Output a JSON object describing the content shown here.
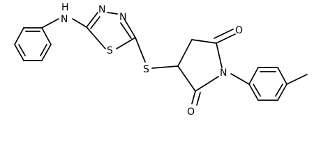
{
  "molecule": {
    "atom_labels": {
      "amine_h": "H",
      "amine_n": "N",
      "triazole_n1": "N",
      "triazole_n2": "N",
      "ring_s": "S",
      "thioether_s": "S",
      "imide_n": "N",
      "carbonyl_o_top": "O",
      "carbonyl_o_bottom": "O"
    }
  }
}
